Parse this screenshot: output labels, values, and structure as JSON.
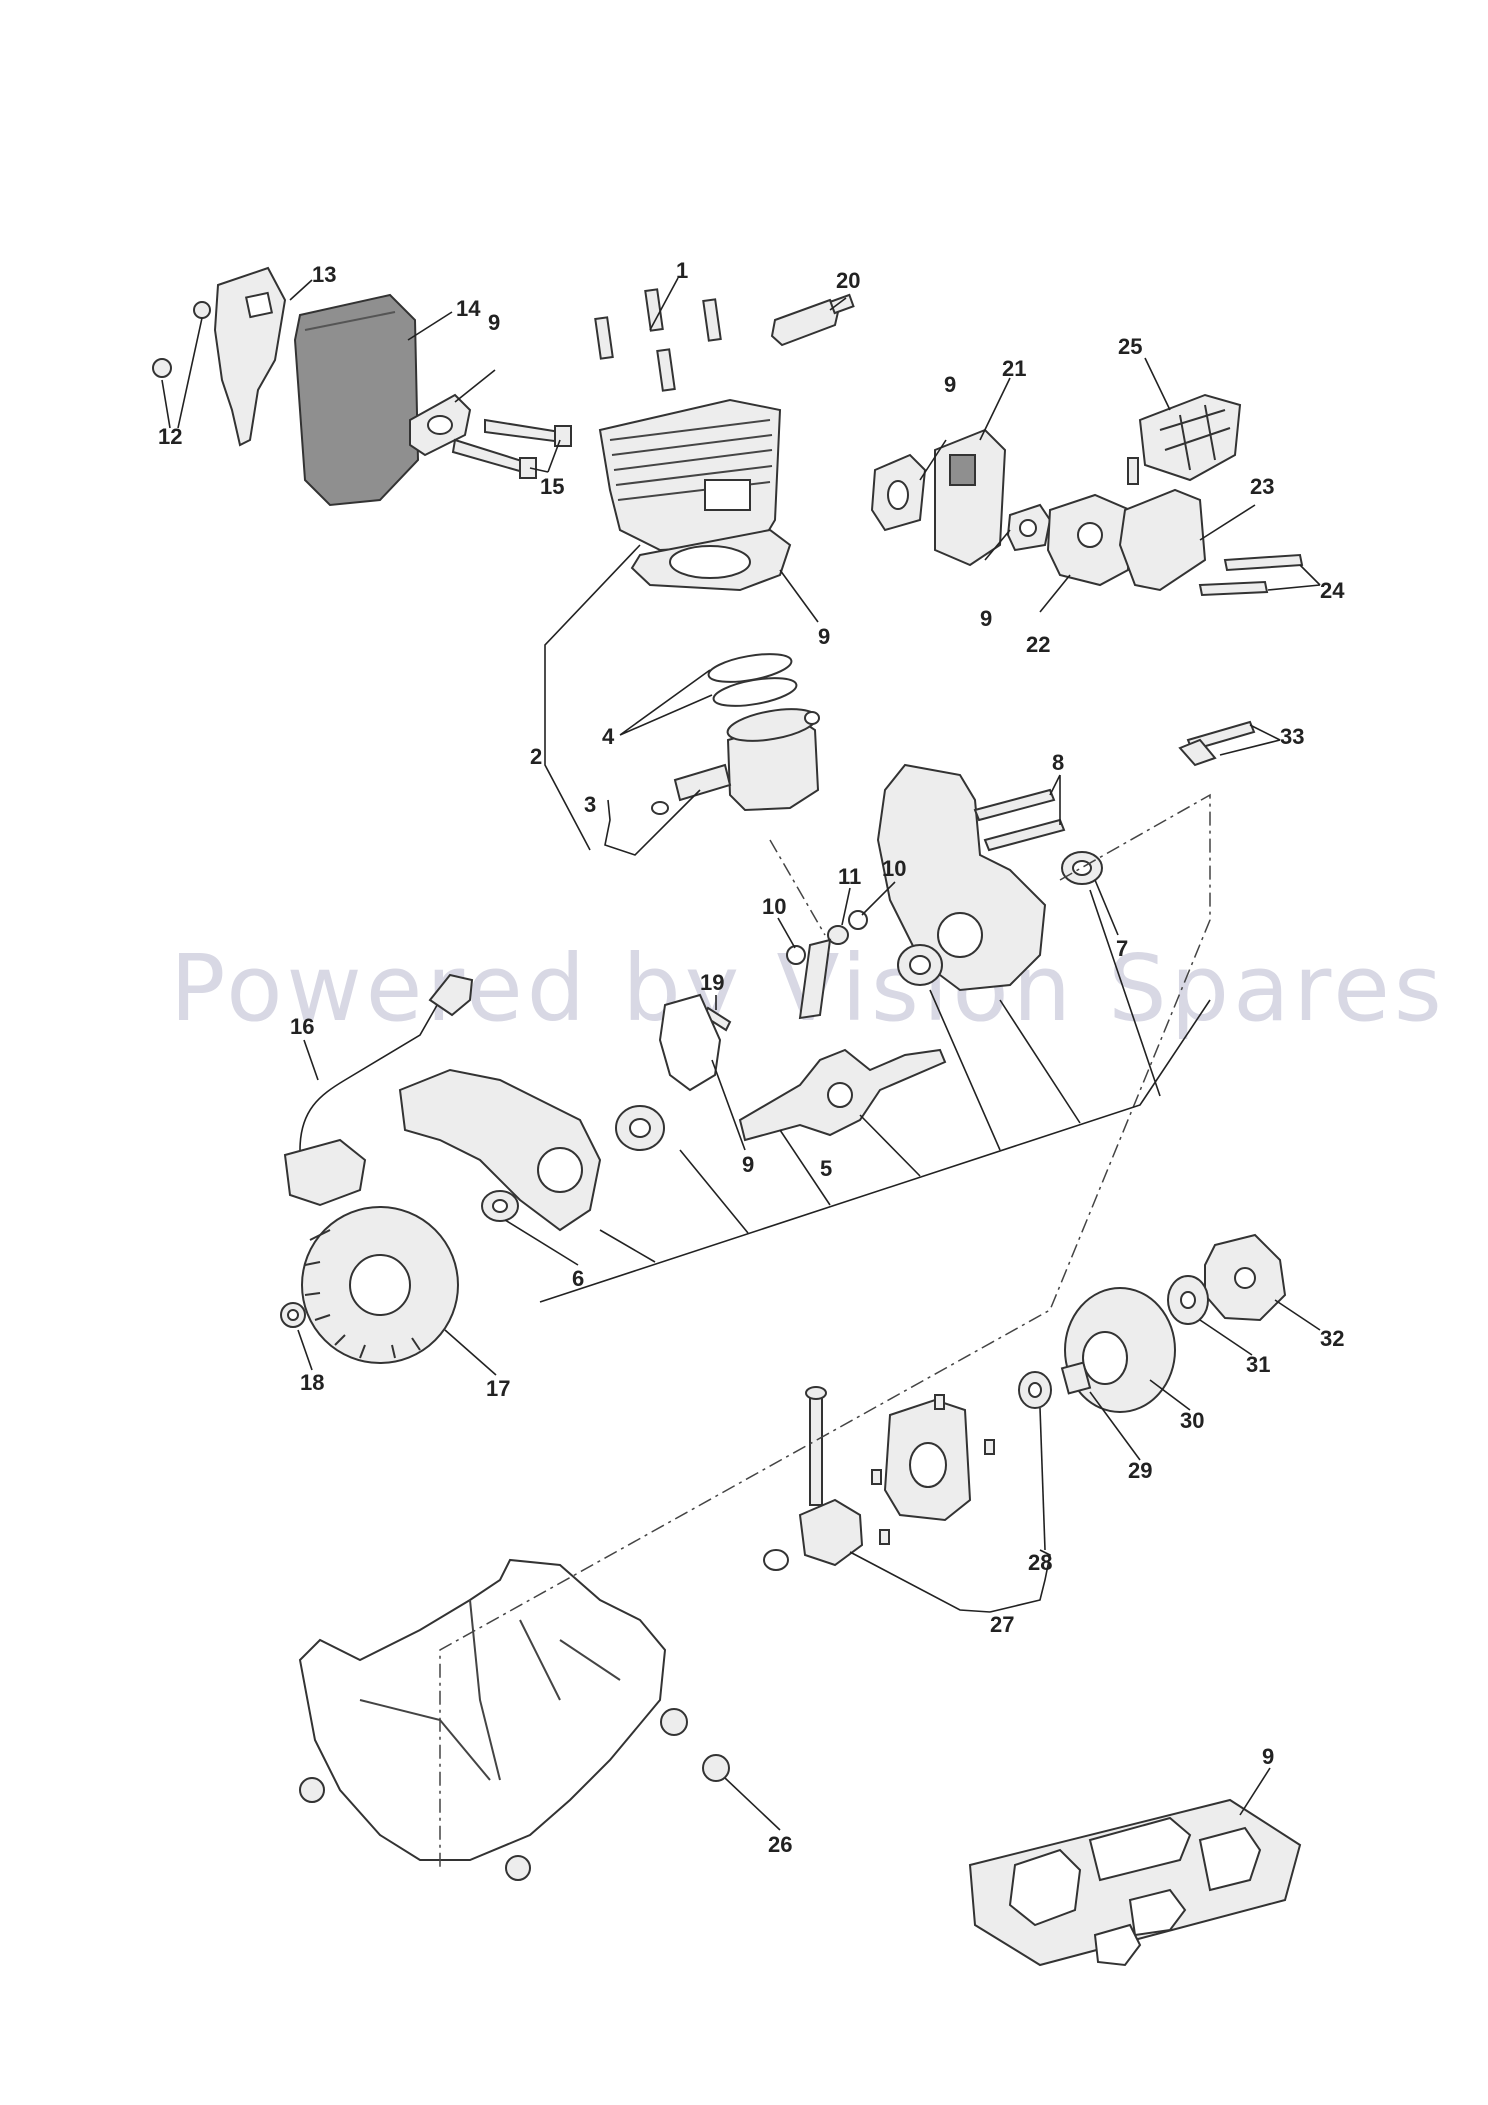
{
  "watermark": "Powered by Vision Spares",
  "callouts": {
    "c1": "1",
    "c2": "2",
    "c3": "3",
    "c4": "4",
    "c5": "5",
    "c6": "6",
    "c7": "7",
    "c8": "8",
    "c9a": "9",
    "c9b": "9",
    "c9c": "9",
    "c9d": "9",
    "c9e": "9",
    "c9f": "9",
    "c10a": "10",
    "c10b": "10",
    "c11": "11",
    "c12": "12",
    "c13": "13",
    "c14": "14",
    "c15": "15",
    "c16": "16",
    "c17": "17",
    "c18": "18",
    "c19": "19",
    "c20": "20",
    "c21": "21",
    "c22": "22",
    "c23": "23",
    "c24": "24",
    "c25": "25",
    "c26": "26",
    "c27": "27",
    "c28": "28",
    "c29": "29",
    "c30": "30",
    "c31": "31",
    "c32": "32",
    "c33": "33"
  }
}
